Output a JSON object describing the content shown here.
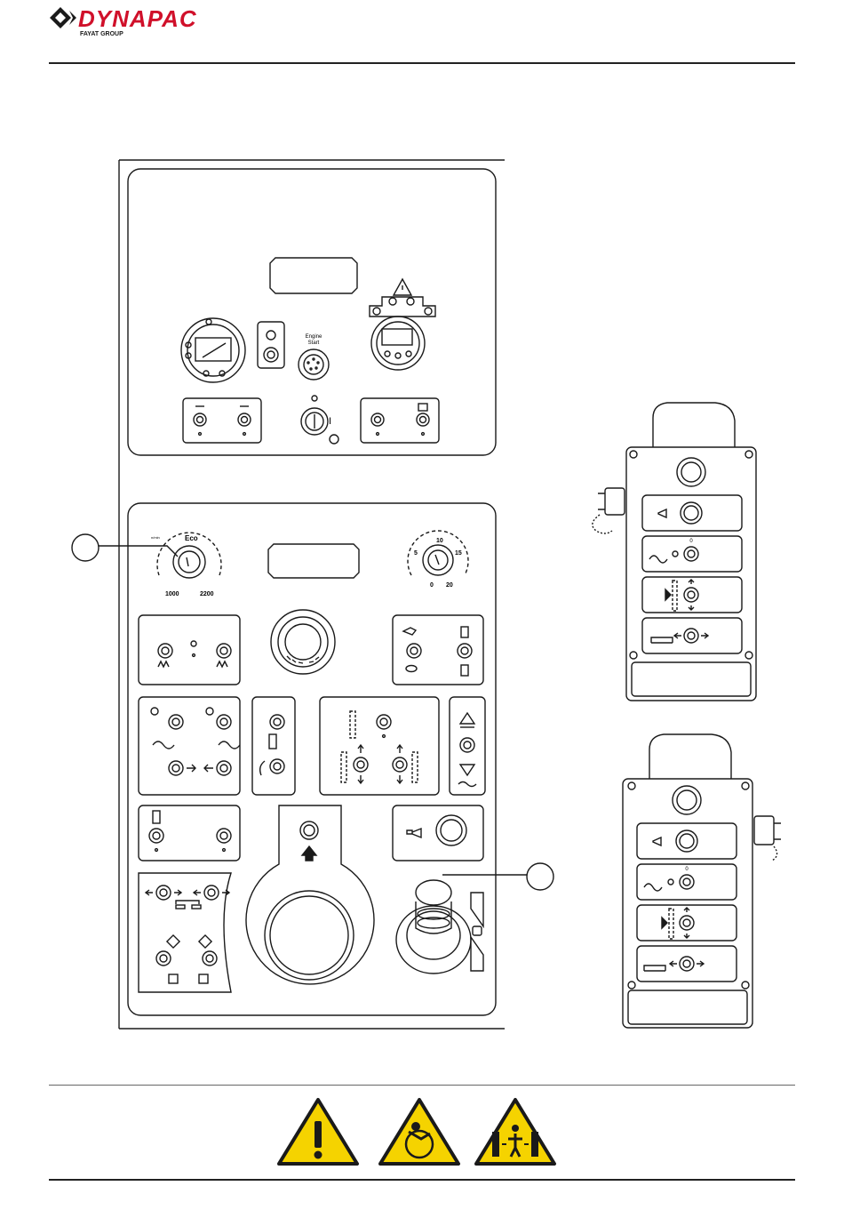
{
  "header": {
    "brand": "DYNAPAC",
    "group": "FAYAT GROUP",
    "brand_color": "#d0102a"
  },
  "upper_panel": {
    "engine_start_line1": "Engine",
    "engine_start_line2": "Start",
    "key_on_mark": "I"
  },
  "lower_panel": {
    "speed_dial": {
      "eco": "Eco",
      "min": "1000",
      "max": "2200",
      "unit_tag": "n/min"
    },
    "scale_dial": {
      "labels": [
        "0",
        "5",
        "10",
        "15",
        "20"
      ]
    }
  },
  "remote": {
    "zero_mark": "0"
  },
  "callouts": [
    {
      "name": "eco-dial-callout"
    },
    {
      "name": "joystick-callout"
    }
  ],
  "warnings": [
    {
      "icon": "general-warning-icon"
    },
    {
      "icon": "crush-roller-warning-icon"
    },
    {
      "icon": "pinch-point-warning-icon"
    }
  ]
}
